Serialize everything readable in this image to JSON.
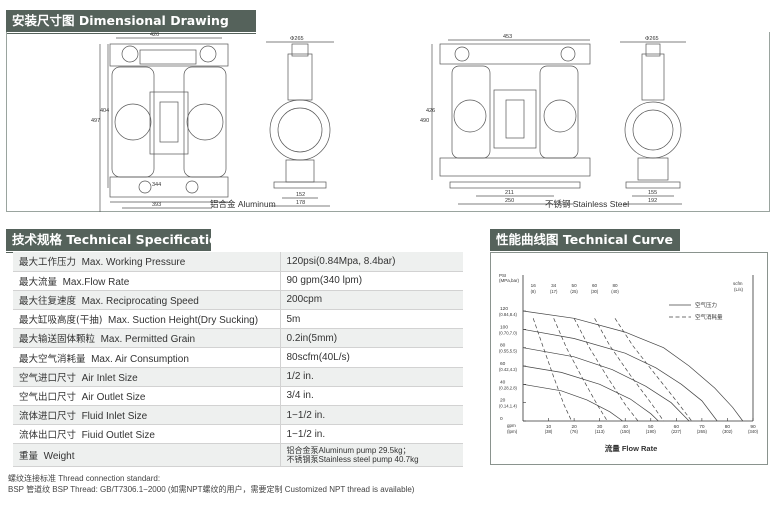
{
  "sections": {
    "drawing_title": "安装尺寸图 Dimensional Drawing",
    "specs_title": "技术规格 Technical Specifications",
    "curve_title": "性能曲线图 Technical Curve"
  },
  "drawing": {
    "aluminum": {
      "caption": "铝合金 Aluminum",
      "dims": {
        "top_width": "420",
        "height_outer": "497",
        "height_inner": "404",
        "inlet_width": "344",
        "base_width": "393",
        "side_dia": "Φ265",
        "side_base_inner": "152",
        "side_base_outer": "178"
      }
    },
    "stainless": {
      "caption": "不锈钢 Stainless Steel",
      "dims": {
        "top_width": "453",
        "height_outer": "490",
        "height_inner": "426",
        "inlet_width": "211",
        "base_width": "250",
        "side_dia": "Φ265",
        "side_base_inner": "155",
        "side_base_outer": "192"
      }
    }
  },
  "specs": [
    {
      "zh": "最大工作压力",
      "en": "Max. Working Pressure",
      "value": "120psi(0.84Mpa, 8.4bar)"
    },
    {
      "zh": "最大流量",
      "en": "Max.Flow Rate",
      "value": "90 gpm(340 lpm)"
    },
    {
      "zh": "最大往复速度",
      "en": "Max. Reciprocating Speed",
      "value": "200cpm"
    },
    {
      "zh": "最大缸吸高度(干抽)",
      "en": "Max. Suction Height(Dry Sucking)",
      "value": "5m"
    },
    {
      "zh": "最大输送固体颗粒",
      "en": "Max. Permitted Grain",
      "value": "0.2in(5mm)"
    },
    {
      "zh": "最大空气消耗量",
      "en": "Max. Air Consumption",
      "value": "80scfm(40L/s)"
    },
    {
      "zh": "空气进口尺寸",
      "en": "Air Inlet Size",
      "value": "1/2 in."
    },
    {
      "zh": "空气出口尺寸",
      "en": "Air Outlet Size",
      "value": "3/4 in."
    },
    {
      "zh": "流体进口尺寸",
      "en": "Fluid Inlet Size",
      "value": "1−1/2 in."
    },
    {
      "zh": "流体出口尺寸",
      "en": "Fiuid Outlet Size",
      "value": "1−1/2 in."
    }
  ],
  "weight_row": {
    "zh": "重量",
    "en": "Weight",
    "line1": "铝合金泵Aluminum pump 29.5kg；",
    "line2": "不锈钢泵Stainless steel pump 40.7kg"
  },
  "notes": {
    "line1": "螺纹连接标准 Thread connection standard:",
    "line2": "BSP 管道纹 BSP Thread: GB/T7306.1−2000 (如需NPT螺纹的用户，需要定制 Customized NPT thread is available)"
  },
  "chart_data": {
    "type": "line",
    "xlabel": "流量 Flow Rate",
    "ylabel_left_unit": "PSI (Mpa,bar)",
    "ylabel_right_unit": "scfm (L/s)",
    "x_unit": "gpm (lpm)",
    "x_ticks": [
      "10",
      "20",
      "30",
      "40",
      "50",
      "60",
      "70",
      "80",
      "90"
    ],
    "x_ticks_sub": [
      "(38)",
      "(76)",
      "(113)",
      "(150)",
      "(190)",
      "(227)",
      "(265)",
      "(302)",
      "(340)"
    ],
    "xlim": [
      0,
      90
    ],
    "y_ticks": [
      "120",
      "100",
      "80",
      "60",
      "40",
      "20",
      "0"
    ],
    "y_ticks_sub": [
      "(0.84,8.4)",
      "(0.70,7.0)",
      "(0.55,5.5)",
      "(0.42,4.2)",
      "(0.28,2.8)",
      "(0.14,1.4)",
      ""
    ],
    "ylim": [
      0,
      120
    ],
    "air_ticks": [
      "16",
      "34",
      "50",
      "60",
      "80"
    ],
    "air_ticks_sub": [
      "(8)",
      "(17)",
      "(25)",
      "(30)",
      "(40)"
    ],
    "legend": {
      "solid": "空气压力",
      "dashed": "空气消耗量"
    },
    "series": [
      {
        "name": "空气压力",
        "style": "solid",
        "points": [
          [
            0,
            120
          ],
          [
            20,
            112
          ],
          [
            40,
            97
          ],
          [
            55,
            80
          ],
          [
            65,
            60
          ],
          [
            75,
            36
          ],
          [
            82,
            15
          ],
          [
            86,
            0
          ]
        ]
      },
      {
        "name": "空气压力",
        "style": "solid",
        "points": [
          [
            0,
            100
          ],
          [
            20,
            90
          ],
          [
            40,
            74
          ],
          [
            52,
            58
          ],
          [
            62,
            40
          ],
          [
            70,
            22
          ],
          [
            76,
            0
          ]
        ]
      },
      {
        "name": "空气压力",
        "style": "solid",
        "points": [
          [
            0,
            80
          ],
          [
            20,
            70
          ],
          [
            35,
            56
          ],
          [
            48,
            38
          ],
          [
            58,
            20
          ],
          [
            65,
            0
          ]
        ]
      },
      {
        "name": "空气压力",
        "style": "solid",
        "points": [
          [
            0,
            60
          ],
          [
            15,
            53
          ],
          [
            30,
            40
          ],
          [
            42,
            24
          ],
          [
            50,
            8
          ],
          [
            53,
            0
          ]
        ]
      },
      {
        "name": "空气压力",
        "style": "solid",
        "points": [
          [
            0,
            40
          ],
          [
            15,
            33
          ],
          [
            25,
            23
          ],
          [
            34,
            10
          ],
          [
            39,
            0
          ]
        ]
      },
      {
        "name": "空气消耗量",
        "style": "dashed",
        "points": [
          [
            4,
            112
          ],
          [
            8,
            80
          ],
          [
            12,
            48
          ],
          [
            16,
            18
          ],
          [
            19,
            0
          ]
        ]
      },
      {
        "name": "空气消耗量",
        "style": "dashed",
        "points": [
          [
            12,
            112
          ],
          [
            17,
            80
          ],
          [
            23,
            48
          ],
          [
            29,
            18
          ],
          [
            33,
            0
          ]
        ]
      },
      {
        "name": "空气消耗量",
        "style": "dashed",
        "points": [
          [
            20,
            112
          ],
          [
            26,
            80
          ],
          [
            33,
            48
          ],
          [
            40,
            18
          ],
          [
            45,
            0
          ]
        ]
      },
      {
        "name": "空气消耗量",
        "style": "dashed",
        "points": [
          [
            28,
            112
          ],
          [
            34,
            82
          ],
          [
            42,
            50
          ],
          [
            50,
            20
          ],
          [
            55,
            0
          ]
        ]
      },
      {
        "name": "空气消耗量",
        "style": "dashed",
        "points": [
          [
            36,
            112
          ],
          [
            43,
            82
          ],
          [
            52,
            50
          ],
          [
            60,
            22
          ],
          [
            66,
            0
          ]
        ]
      }
    ]
  }
}
